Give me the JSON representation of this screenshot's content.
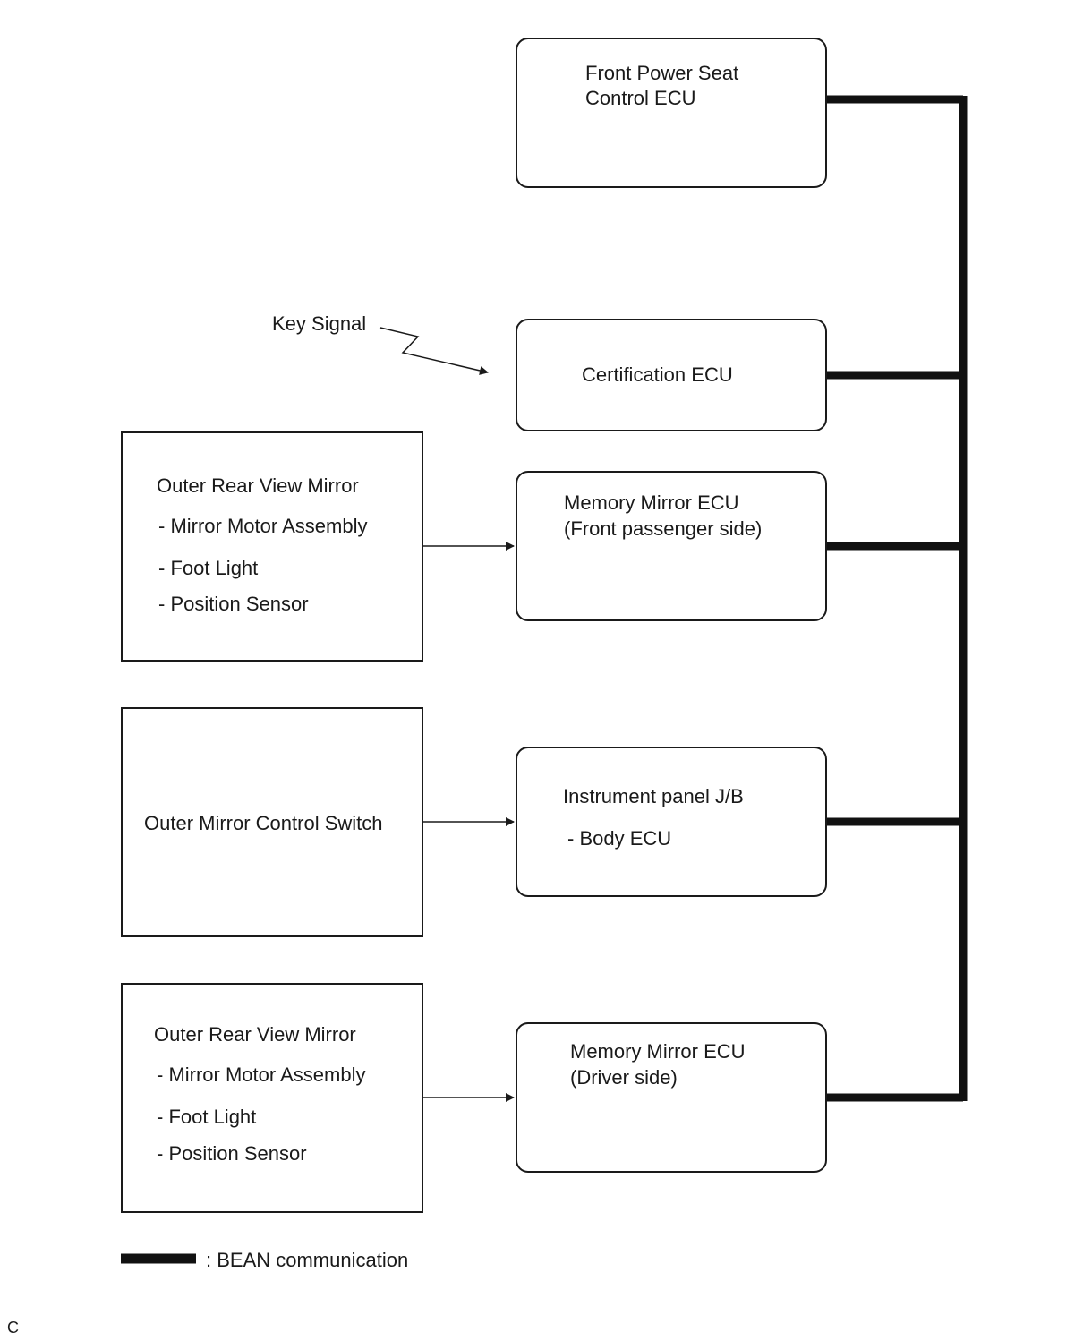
{
  "ecus": {
    "front_power_seat": [
      "Front Power Seat",
      "Control ECU"
    ],
    "certification": "Certification ECU",
    "memory_mirror_passenger": [
      "Memory Mirror ECU",
      "(Front passenger side)"
    ],
    "instrument_panel": [
      "Instrument panel J/B",
      "- Body ECU"
    ],
    "memory_mirror_driver": [
      "Memory Mirror ECU",
      "(Driver side)"
    ]
  },
  "components": {
    "mirror_passenger": [
      "Outer Rear View Mirror",
      "- Mirror Motor Assembly",
      "- Foot Light",
      "- Position Sensor"
    ],
    "control_switch": "Outer Mirror Control Switch",
    "mirror_driver": [
      "Outer Rear View Mirror",
      "- Mirror Motor Assembly",
      "- Foot Light",
      "- Position Sensor"
    ]
  },
  "key_signal": "Key Signal",
  "legend": {
    "label": ": BEAN communication"
  },
  "corner_label": "C"
}
